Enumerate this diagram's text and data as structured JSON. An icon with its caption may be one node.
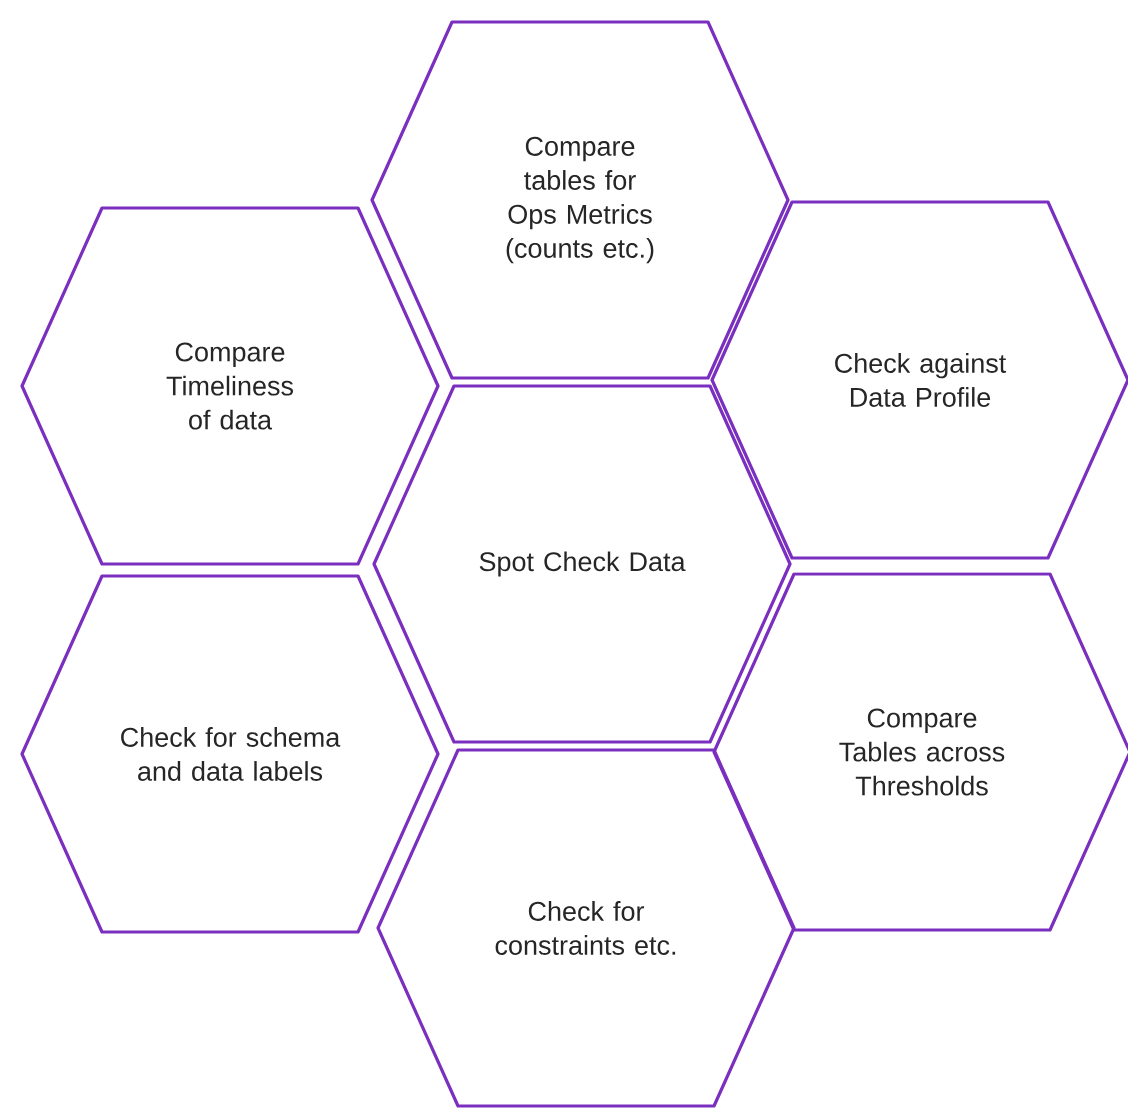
{
  "diagram": {
    "nodes": [
      {
        "text": [
          "Compare tables for Ops Metrics (counts etc.)"
        ]
      },
      {
        "text": [
          "Compare Timeliness of data"
        ]
      },
      {
        "text": [
          "Check against Data Profile"
        ]
      },
      {
        "text": [
          "Spot Check Data"
        ]
      },
      {
        "text": [
          "Check for schema and data labels"
        ]
      },
      {
        "text": [
          "Compare Tables across Thresholds"
        ]
      },
      {
        "text": [
          "Check for constraints etc."
        ]
      }
    ]
  }
}
